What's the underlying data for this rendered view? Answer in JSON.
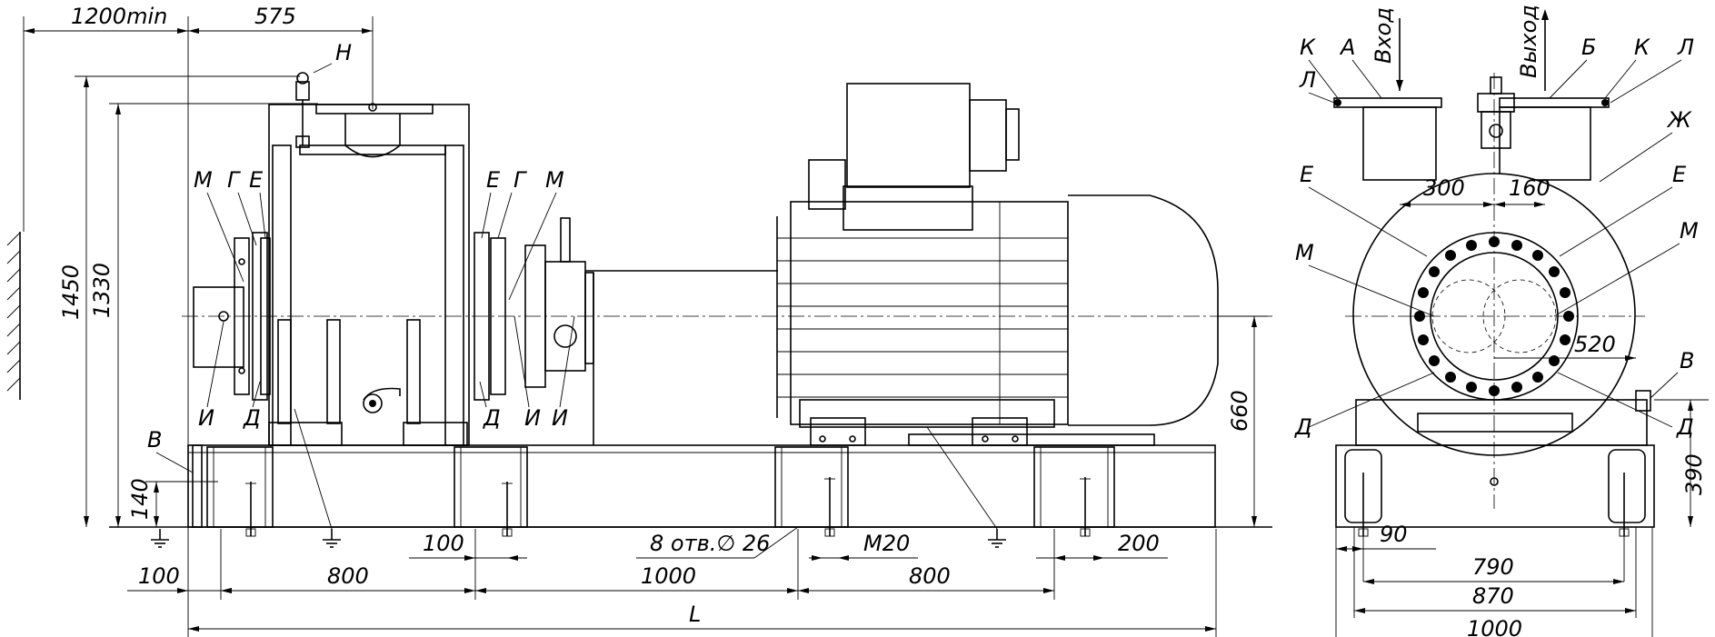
{
  "dimensions": {
    "d1200min": "1200min",
    "d575": "575",
    "d1450": "1450",
    "d1330": "1330",
    "d140": "140",
    "d660": "660",
    "d100a": "100",
    "d800a": "800",
    "d100b": "100",
    "d1000": "1000",
    "d800b": "800",
    "d200": "200",
    "holes": "8 отв.∅ 26",
    "m20": "M20",
    "L": "L",
    "d300": "300",
    "d160": "160",
    "d520": "520",
    "d390": "390",
    "d90": "90",
    "d790": "790",
    "d870": "870",
    "d1000r": "1000"
  },
  "labels": {
    "H": "Н",
    "M": "М",
    "G": "Г",
    "E": "Е",
    "I": "И",
    "D": "Д",
    "V": "В",
    "K": "К",
    "A": "А",
    "B": "Б",
    "L": "Л",
    "Zh": "Ж",
    "vhod": "Вход",
    "vyhod": "Выход"
  }
}
